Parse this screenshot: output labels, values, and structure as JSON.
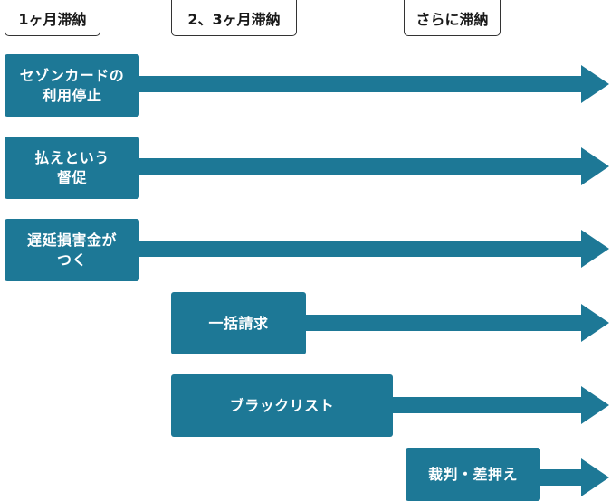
{
  "colors": {
    "box_fill": "#1d7896",
    "arrow_fill": "#1d7896",
    "header_border": "#333333",
    "text_on_box": "#ffffff"
  },
  "headers": [
    {
      "label": "1ヶ月滞納"
    },
    {
      "label": "2、3ヶ月滞納"
    },
    {
      "label": "さらに滞納"
    }
  ],
  "steps": [
    {
      "lines": [
        "セゾンカードの",
        "利用停止"
      ]
    },
    {
      "lines": [
        "払えという",
        "督促"
      ]
    },
    {
      "lines": [
        "遅延損害金が",
        "つく"
      ]
    },
    {
      "lines": [
        "一括請求"
      ]
    },
    {
      "lines": [
        "ブラックリスト"
      ]
    },
    {
      "lines": [
        "裁判・差押え"
      ]
    }
  ]
}
